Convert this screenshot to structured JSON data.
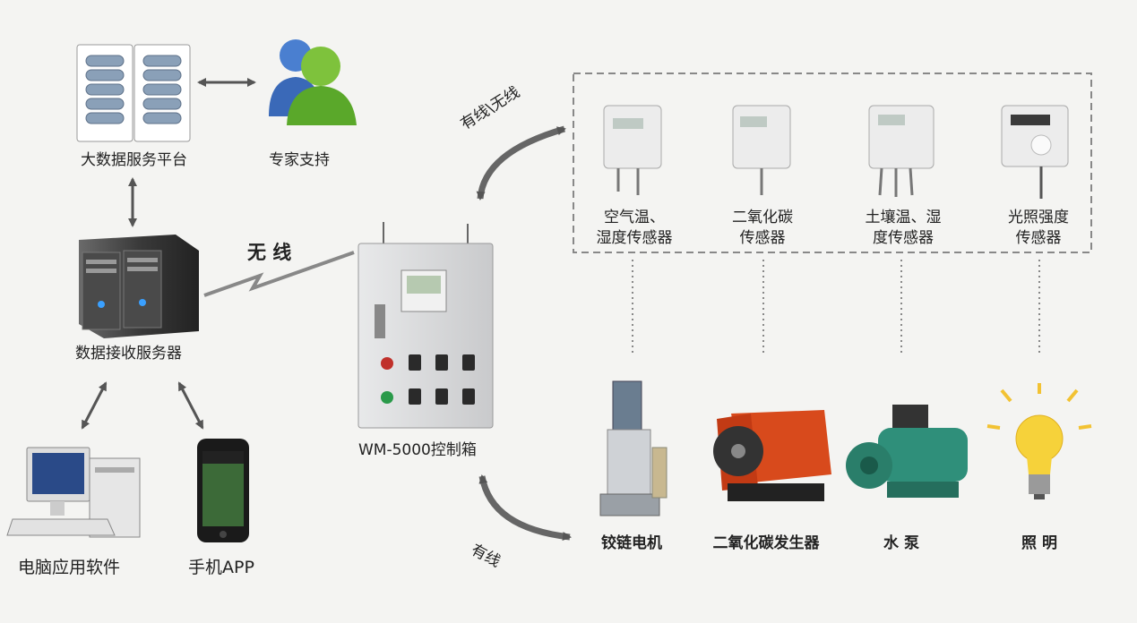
{
  "nodes": {
    "big_data_platform": "大数据服务平台",
    "expert_support": "专家支持",
    "data_server": "数据接收服务器",
    "pc_software": "电脑应用软件",
    "mobile_app": "手机APP",
    "control_box": "WM-5000控制箱",
    "sensors": [
      {
        "line1": "空气温、",
        "line2": "湿度传感器"
      },
      {
        "line1": "二氧化碳",
        "line2": "传感器"
      },
      {
        "line1": "土壤温、湿",
        "line2": "度传感器"
      },
      {
        "line1": "光照强度",
        "line2": "传感器"
      }
    ],
    "actuators": [
      "铰链电机",
      "二氧化碳发生器",
      "水 泵",
      "照 明"
    ]
  },
  "links": {
    "wireless": "无 线",
    "wired_wireless": "有线\\无线",
    "wired": "有线"
  },
  "colors": {
    "arrow": "#555555",
    "dashed_border": "#888888",
    "server_dark": "#3a3a3a",
    "panel_grey": "#d9dadb",
    "heater_red": "#d84a1c",
    "pump_green": "#2f8f7a",
    "bulb_yellow": "#f6d23a"
  }
}
